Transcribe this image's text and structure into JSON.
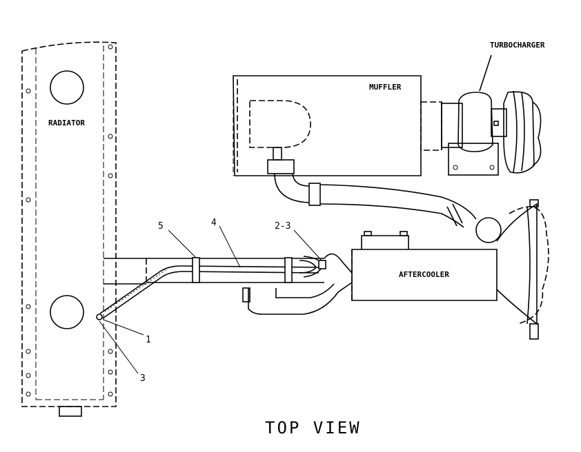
{
  "labels": {
    "radiator": "RADIATOR",
    "muffler": "MUFFLER",
    "turbocharger": "TURBOCHARGER",
    "aftercooler": "AFTERCOOLER",
    "caption": "TOP VIEW"
  },
  "callouts": {
    "item_1": "1",
    "item_3": "3",
    "item_4": "4",
    "item_5": "5",
    "item_2_3": "2-3"
  }
}
